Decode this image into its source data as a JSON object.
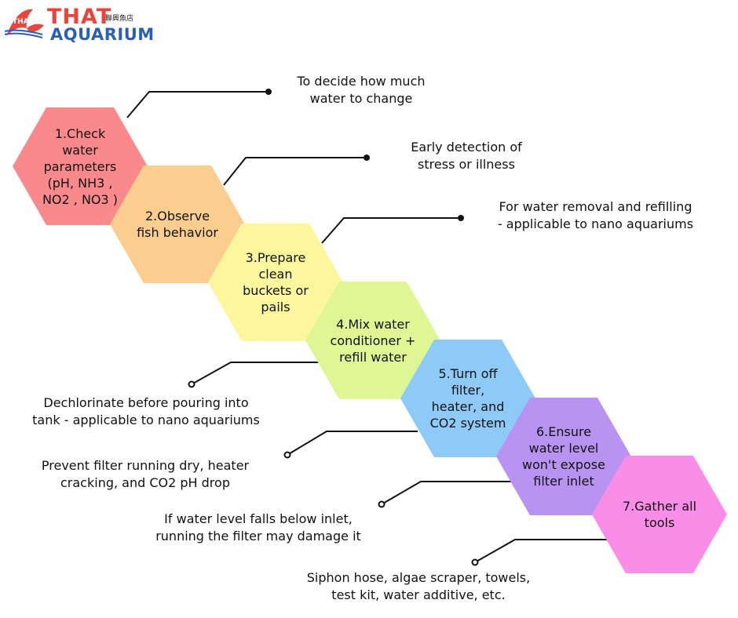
{
  "brand": {
    "name_line1": "THAT",
    "name_line2": "AQUARIUM",
    "chinese_name": "聯興魚店",
    "logo_text": "THAT",
    "colors": {
      "red": "#e8453c",
      "blue": "#2a5fb8"
    }
  },
  "steps": [
    {
      "label": "1.Check\nwater\nparameters\n(pH, NH3 ,\nNO2 , NO3 )",
      "color": "#f9898a"
    },
    {
      "label": "2.Observe\nfish behavior",
      "color": "#fbcd8e"
    },
    {
      "label": "3.Prepare\nclean\nbuckets or\npails",
      "color": "#fcf79c"
    },
    {
      "label": "4.Mix water\nconditioner +\nrefill water",
      "color": "#dff694"
    },
    {
      "label": "5.Turn off\nfilter,\nheater, and\nCO2  system",
      "color": "#8ecaf7"
    },
    {
      "label": "6.Ensure\nwater level\nwon't expose\nfilter inlet",
      "color": "#b993f1"
    },
    {
      "label": "7.Gather all\ntools",
      "color": "#f98de8"
    }
  ],
  "notes": [
    {
      "text": "To decide how much\nwater to change"
    },
    {
      "text": "Early detection of\nstress or illness"
    },
    {
      "text": "For water removal and refilling\n- applicable to nano aquariums"
    },
    {
      "text": "Dechlorinate before pouring into\ntank - applicable to nano aquariums"
    },
    {
      "text": "Prevent filter running dry, heater\ncracking, and CO2  pH drop"
    },
    {
      "text": "If water level falls below inlet,\nrunning the filter may damage it"
    },
    {
      "text": "Siphon hose, algae scraper, towels,\ntest kit, water additive, etc."
    }
  ]
}
